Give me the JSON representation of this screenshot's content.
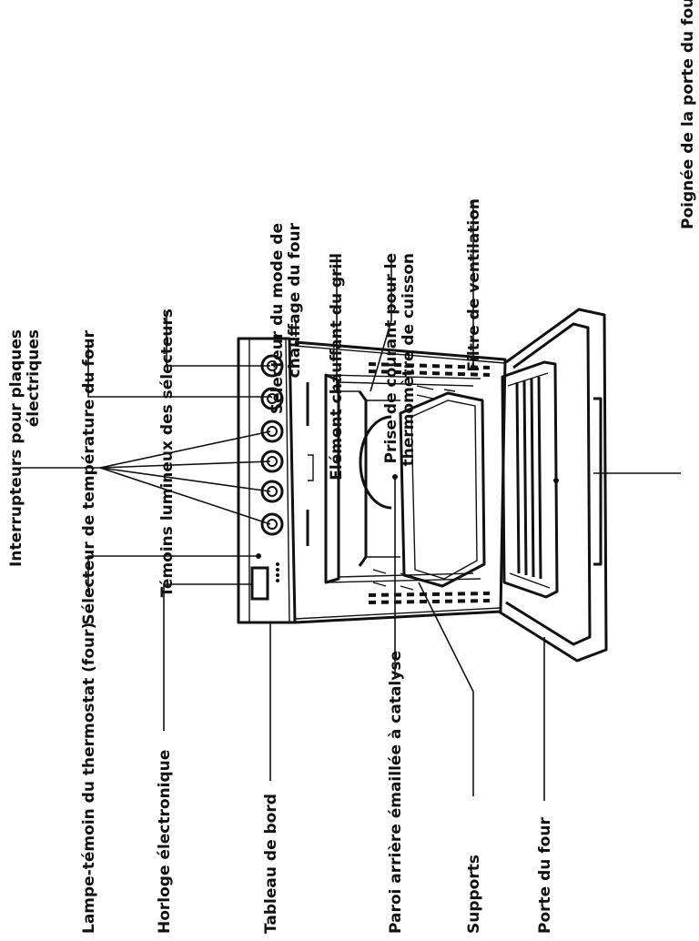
{
  "labels": {
    "interrupteurs_line1": "Interrupteurs pour plaques",
    "interrupteurs_line2": "électriques",
    "selecteur_temperature": "Sélecteur de température du four",
    "temoins_lumineux": "Témoins lumineux des sélecteurs",
    "selecteur_mode_line1": "Sélecteur du mode de",
    "selecteur_mode_line2": "chauffage du four",
    "element_grill": "Elément chauffant du grill",
    "prise_courant_line1": "Prise de courant pour le",
    "prise_courant_line2": "thermomètre de cuisson",
    "filtre_ventilation": "Filtre de ventilation",
    "poignee_porte": "Poignée de la porte du four",
    "lampe_temoin": "Lampe-témoin du thermostat (four)",
    "horloge": "Horloge électronique",
    "tableau_bord": "Tableau de bord",
    "paroi_arriere": "Paroi arrière émaillée à catalyse",
    "supports": "Supports",
    "porte_four": "Porte du four"
  },
  "icons": {
    "knob": "control-knob-icon",
    "indicator": "indicator-light-icon",
    "clock": "clock-display-icon"
  }
}
